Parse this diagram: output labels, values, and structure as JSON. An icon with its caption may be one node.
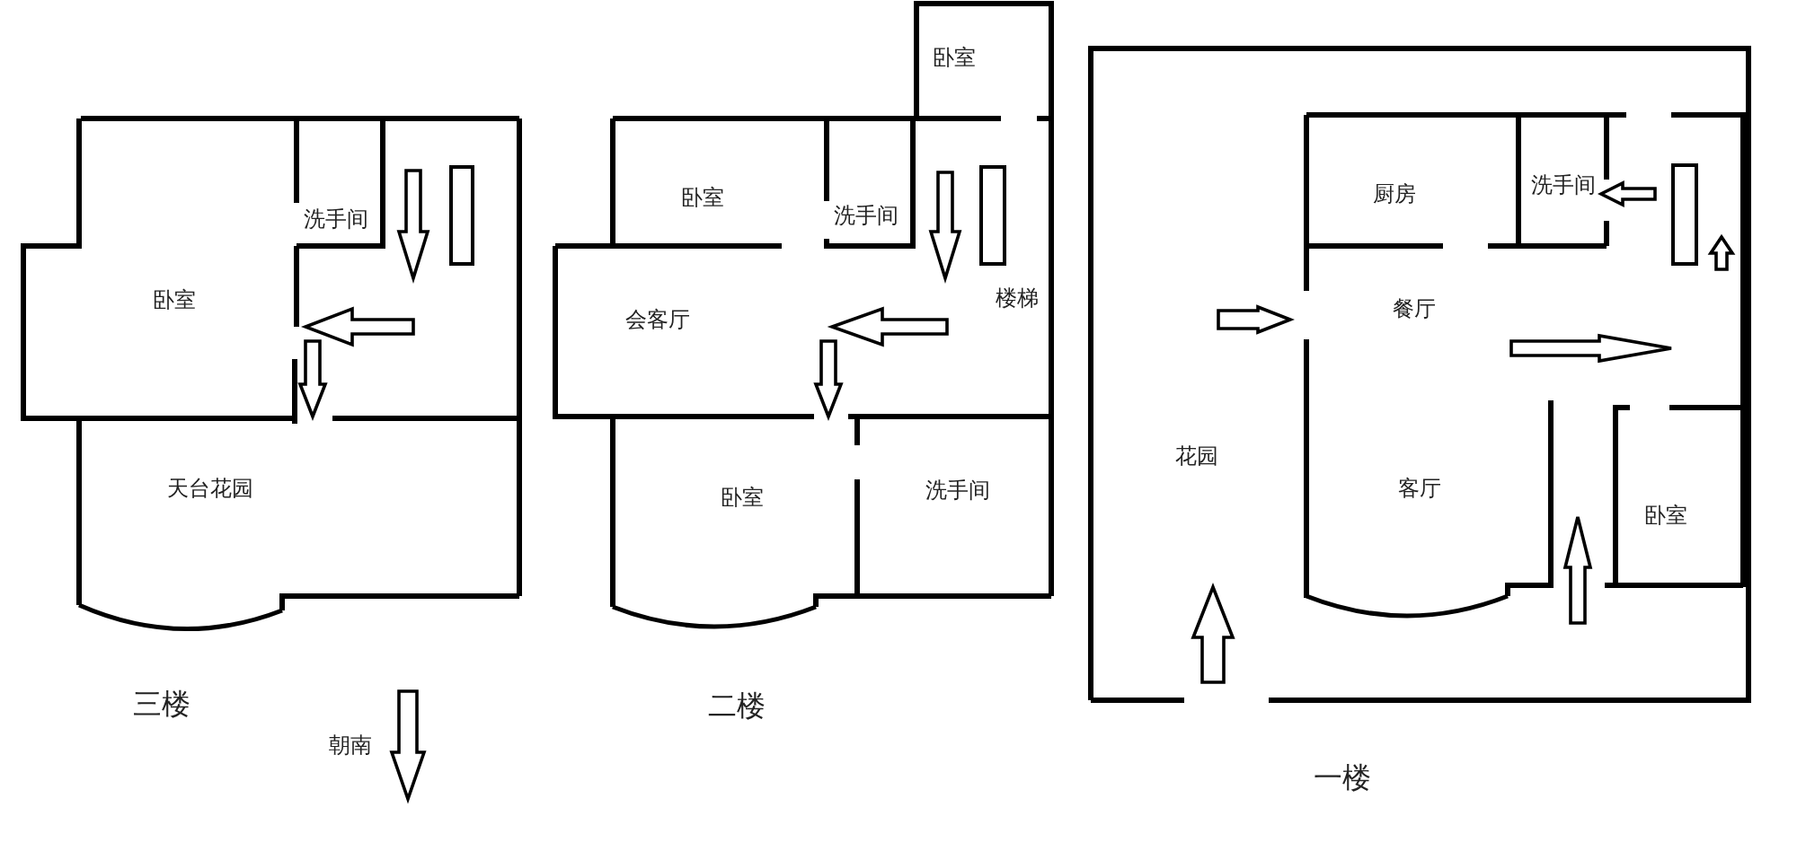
{
  "diagram": {
    "labels": [
      "洗手间",
      "卧室",
      "天台花园",
      "三楼",
      "朝南",
      "卧室",
      "卧室",
      "洗手间",
      "楼梯",
      "会客厅",
      "卧室",
      "洗手间",
      "二楼",
      "厨房",
      "洗手间",
      "餐厅",
      "花园",
      "客厅",
      "卧室",
      "一楼"
    ]
  }
}
